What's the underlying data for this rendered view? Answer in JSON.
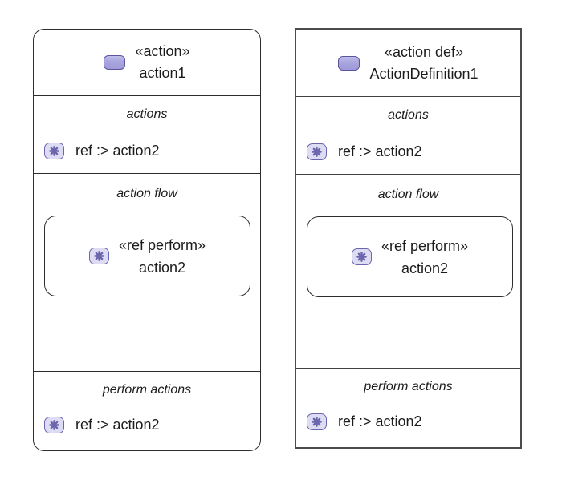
{
  "colors": {
    "background": "#ffffff",
    "usage_border": "#2d2d2d",
    "def_border": "#4b4b4b",
    "text": "#1c1c1c",
    "icon_border": "#6b66ae",
    "icon_fill": "#dedcf2",
    "header_icon_fill": "#a8a4dd",
    "header_icon_border": "#5b55a0"
  },
  "icons": {
    "action": "rounded-rectangle-badge",
    "item": "eight-spoke-asterisk-badge"
  },
  "nodes": [
    {
      "kind": "action usage (rounded node)",
      "stereotype": "«action»",
      "name": "action1",
      "actions_label": "actions",
      "actions_item": "ref :> action2",
      "flow_label": "action flow",
      "flow_node_stereotype": "«ref perform»",
      "flow_node_name": "action2",
      "perform_label": "perform actions",
      "perform_item": "ref :> action2"
    },
    {
      "kind": "action definition (rectangular node)",
      "stereotype": "«action def»",
      "name": "ActionDefinition1",
      "actions_label": "actions",
      "actions_item": "ref :> action2",
      "flow_label": "action flow",
      "flow_node_stereotype": "«ref perform»",
      "flow_node_name": "action2",
      "perform_label": "perform actions",
      "perform_item": "ref :> action2"
    }
  ]
}
